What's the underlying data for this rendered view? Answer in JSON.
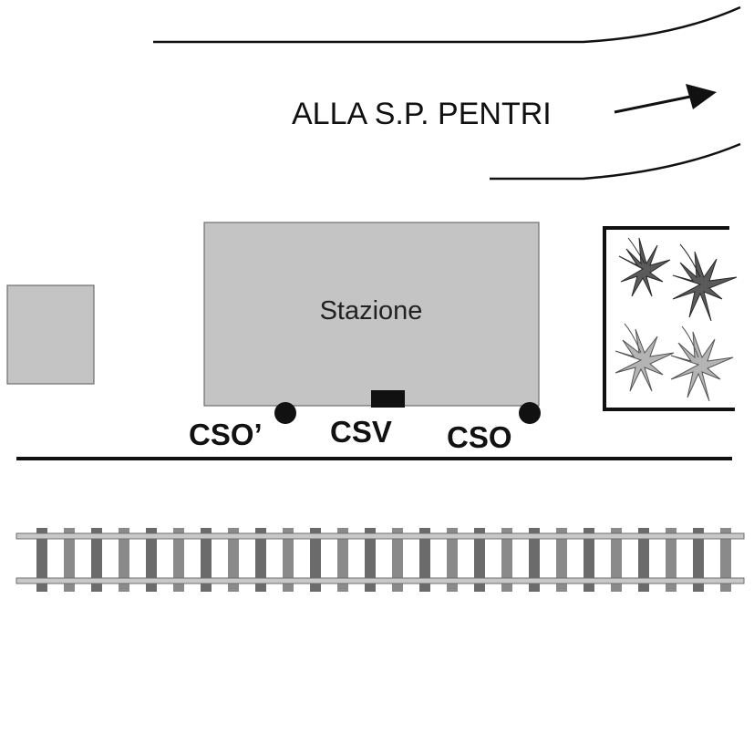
{
  "road": {
    "label": "ALLA S.P. PENTRI"
  },
  "station": {
    "label": "Stazione"
  },
  "sensors": [
    {
      "id": "cso_prime",
      "label": "CSO’"
    },
    {
      "id": "csv",
      "label": "CSV"
    },
    {
      "id": "cso",
      "label": "CSO"
    }
  ],
  "colors": {
    "line": "#111111",
    "building": "#c4c4c4",
    "building_border": "#6e6e6e",
    "rail": "#c8c8c8",
    "rail_border": "#6e6e6e",
    "tie_dark": "#6b6b6b",
    "tie_light": "#8a8a8a",
    "plant_dark": "#5a5a5a",
    "plant_light": "#b4b4b4"
  }
}
